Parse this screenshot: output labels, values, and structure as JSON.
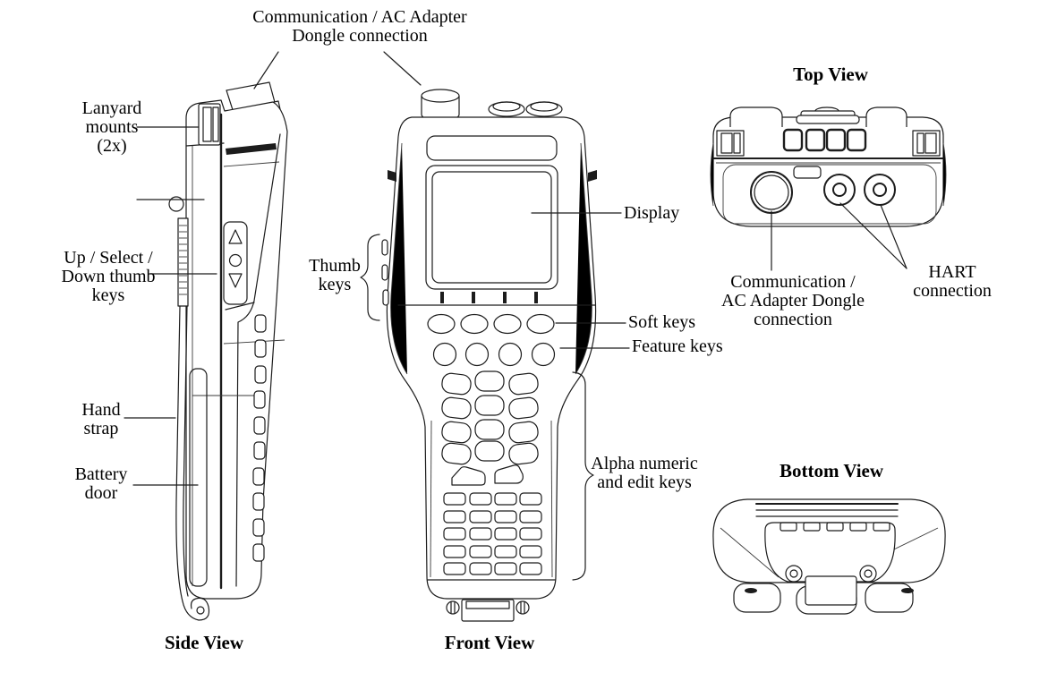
{
  "page": {
    "background": "#ffffff",
    "line_color": "#1c1c1c",
    "text_color": "#000000"
  },
  "labels": {
    "comm_dongle": {
      "line1": "Communication / AC Adapter",
      "line2": "Dongle connection"
    },
    "lanyard_mounts": {
      "line1": "Lanyard",
      "line2": "mounts",
      "line3": "(2x)"
    },
    "thumb_rocker": {
      "line1": "Up / Select /",
      "line2": "Down thumb",
      "line3": "keys"
    },
    "hand_strap": {
      "line1": "Hand",
      "line2": "strap"
    },
    "battery_door": {
      "line1": "Battery",
      "line2": "door"
    },
    "thumb_keys": {
      "line1": "Thumb",
      "line2": "keys"
    },
    "display": {
      "text": "Display"
    },
    "soft_keys": {
      "text": "Soft keys"
    },
    "feature_keys": {
      "text": "Feature keys"
    },
    "alpha_numeric": {
      "line1": "Alpha numeric",
      "line2": "and edit keys"
    },
    "comm_dongle_top": {
      "line1": "Communication /",
      "line2": "AC Adapter Dongle",
      "line3": "connection"
    },
    "hart": {
      "line1": "HART",
      "line2": "connection"
    }
  },
  "captions": {
    "side": "Side View",
    "front": "Front View",
    "top": "Top View",
    "bottom": "Bottom View"
  }
}
